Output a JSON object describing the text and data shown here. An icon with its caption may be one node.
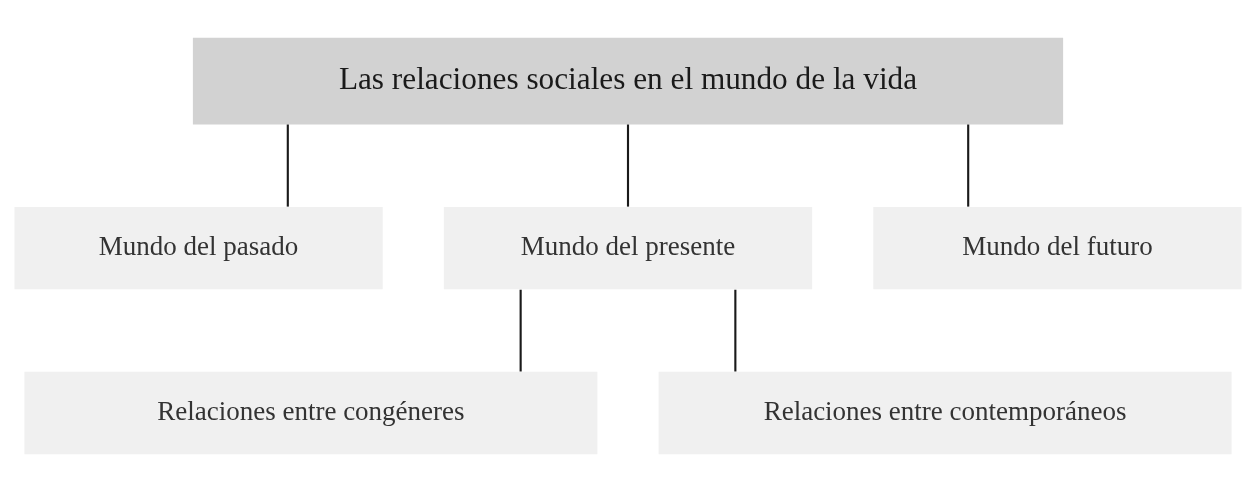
{
  "diagram": {
    "nodes": [
      {
        "text": [
          "Las relaciones sociales en el mundo de la vida"
        ]
      },
      {
        "text": [
          "Mundo del pasado"
        ]
      },
      {
        "text": [
          "Mundo del presente"
        ]
      },
      {
        "text": [
          "Mundo del futuro"
        ]
      },
      {
        "text": [
          "Relaciones entre congéneres"
        ]
      },
      {
        "text": [
          "Relaciones entre contemporáneos"
        ]
      }
    ],
    "edges": [
      {
        "from": 0,
        "to": 1,
        "arrow": "none"
      },
      {
        "from": 0,
        "to": 2,
        "arrow": "none"
      },
      {
        "from": 0,
        "to": 3,
        "arrow": "none"
      },
      {
        "from": 2,
        "to": 4,
        "arrow": "none"
      },
      {
        "from": 2,
        "to": 5,
        "arrow": "none"
      }
    ]
  }
}
